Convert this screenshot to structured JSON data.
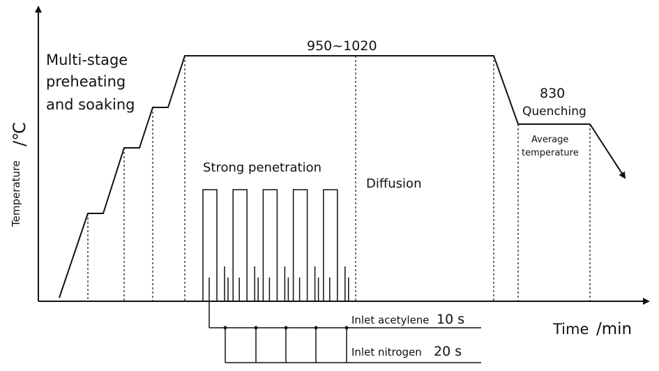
{
  "labels": {
    "y_axis_title": "Temperature",
    "y_axis_unit": "/℃",
    "x_axis_title": "Time",
    "x_axis_unit": "/min",
    "preheat_line1": "Multi-stage",
    "preheat_line2": "preheating",
    "preheat_line3": "and soaking",
    "carburizing_temp": "950~1020",
    "strong_penetration": "Strong penetration",
    "diffusion": "Diffusion",
    "quench_temp": "830",
    "quenching": "Quenching",
    "avg_line1": "Average",
    "avg_line2": "temperature",
    "inlet_acetylene": "Inlet acetylene",
    "inlet_acetylene_time": "10 s",
    "inlet_nitrogen": "Inlet nitrogen",
    "inlet_nitrogen_time": "20 s"
  },
  "pulse_count": 5
}
